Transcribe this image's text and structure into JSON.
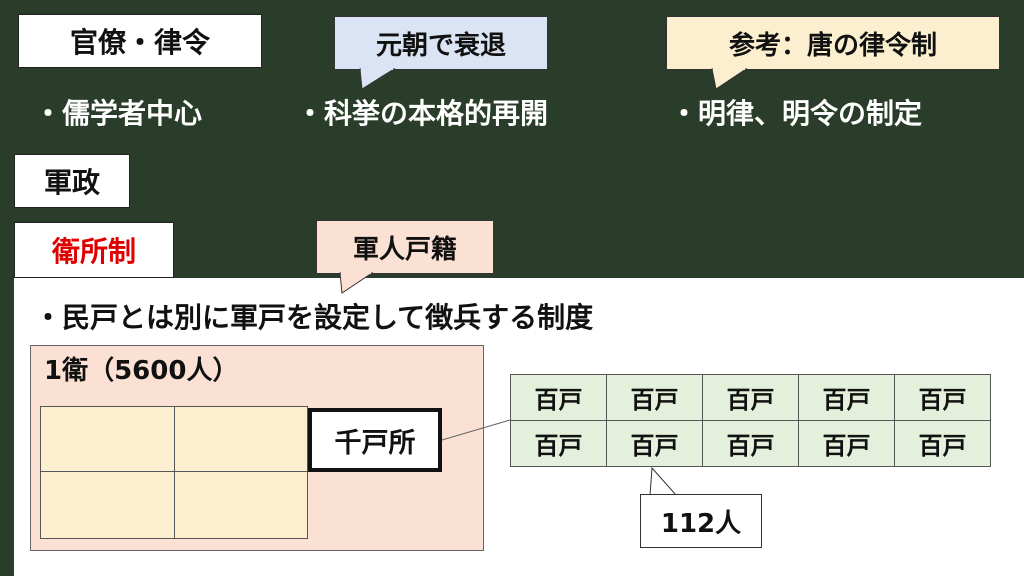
{
  "section1": {
    "title": "官僚・律令",
    "callout_yuan": "元朝で衰退",
    "callout_tang": "参考：唐の律令制",
    "bullets": [
      "・儒学者中心",
      "・科挙の本格的再開",
      "・明律、明令の制定"
    ]
  },
  "section2": {
    "title": "軍政"
  },
  "section3": {
    "title": "衛所制",
    "title_color": "#e00000",
    "callout_registry": "軍人戸籍",
    "description": "・民戸とは別に軍戸を設定して徴兵する制度",
    "wei_label": "1衛（5600人）",
    "qianhu_label": "千戸所",
    "baihu_rows": [
      [
        "百戸",
        "百戸",
        "百戸",
        "百戸",
        "百戸"
      ],
      [
        "百戸",
        "百戸",
        "百戸",
        "百戸",
        "百戸"
      ]
    ],
    "baihu_count": "112人"
  },
  "colors": {
    "background": "#2a3d2a",
    "callout_blue": "#dbe4f4",
    "callout_yellow": "#fcefd0",
    "callout_pink": "#fae1d4",
    "grid_green": "#e5f0dc"
  }
}
